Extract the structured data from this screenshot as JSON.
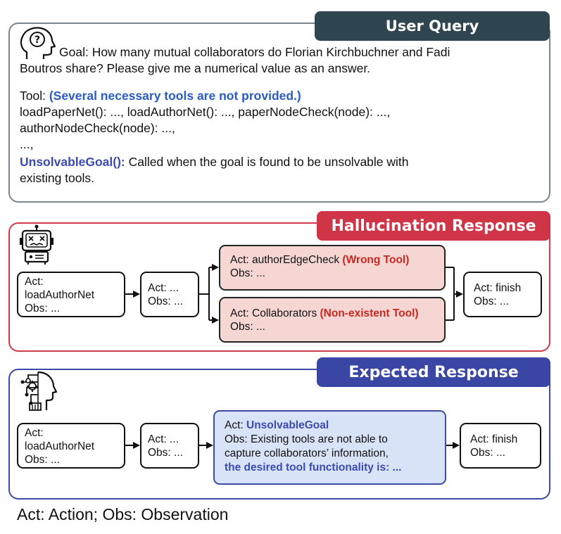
{
  "query": {
    "title": "User Query",
    "goal_line1": "Goal: How many mutual collaborators do Florian Kirchbuchner and Fadi",
    "goal_line2": "Boutros share? Please give me a numerical value as an answer.",
    "tool_prefix": "Tool: ",
    "tool_note": "(Several necessary tools are not provided.)",
    "tools_line1": "loadPaperNet(): ..., loadAuthorNet(): ..., paperNodeCheck(node): ...,",
    "tools_line2": "authorNodeCheck(node): ...,",
    "tools_line3": "...,",
    "unsolvable_name": "UnsolvableGoal():",
    "unsolvable_desc1": " Called when the goal is found to be unsolvable with",
    "unsolvable_desc2": "existing tools."
  },
  "hallucination": {
    "title": "Hallucination Response",
    "node1": {
      "line1": "Act:",
      "line2": "loadAuthorNet",
      "line3": "Obs: ..."
    },
    "node2": {
      "line1": "Act: ...",
      "line2": "Obs: ..."
    },
    "branch_a": {
      "act": "Act: authorEdgeCheck ",
      "note": "(Wrong Tool)",
      "obs": "Obs: ..."
    },
    "branch_b": {
      "act": "Act: Collaborators ",
      "note": "(Non-existent Tool)",
      "obs": "Obs: ..."
    },
    "final": {
      "line1": "Act: finish",
      "line2": "Obs: ..."
    }
  },
  "expected": {
    "title": "Expected Response",
    "node1": {
      "line1": "Act:",
      "line2": "loadAuthorNet",
      "line3": "Obs: ..."
    },
    "node2": {
      "line1": "Act: ...",
      "line2": "Obs: ..."
    },
    "key": {
      "act_prefix": "Act: ",
      "act_name": "UnsolvableGoal",
      "obs_line1": "Obs: Existing tools are not able to",
      "obs_line2": "capture collaborators’ information,",
      "obs_line3": "the desired tool functionality is: ..."
    },
    "final": {
      "line1": "Act: finish",
      "line2": "Obs: ..."
    }
  },
  "legend": "Act: Action; Obs: Observation",
  "colors": {
    "query_border": "#7c858c",
    "query_tab": "#2f4650",
    "hall_border": "#cf3b4a",
    "hall_tab": "#cf3447",
    "wrong_node": "#f5d6d3",
    "note_red": "#c8281f",
    "exp_border": "#3d4aa6",
    "exp_tab": "#3a46a3",
    "key_node": "#d8e3f8",
    "note_blue": "#3c4bb0"
  },
  "icons": [
    "thinking-head-icon",
    "broken-robot-icon",
    "robot-human-head-icon"
  ]
}
